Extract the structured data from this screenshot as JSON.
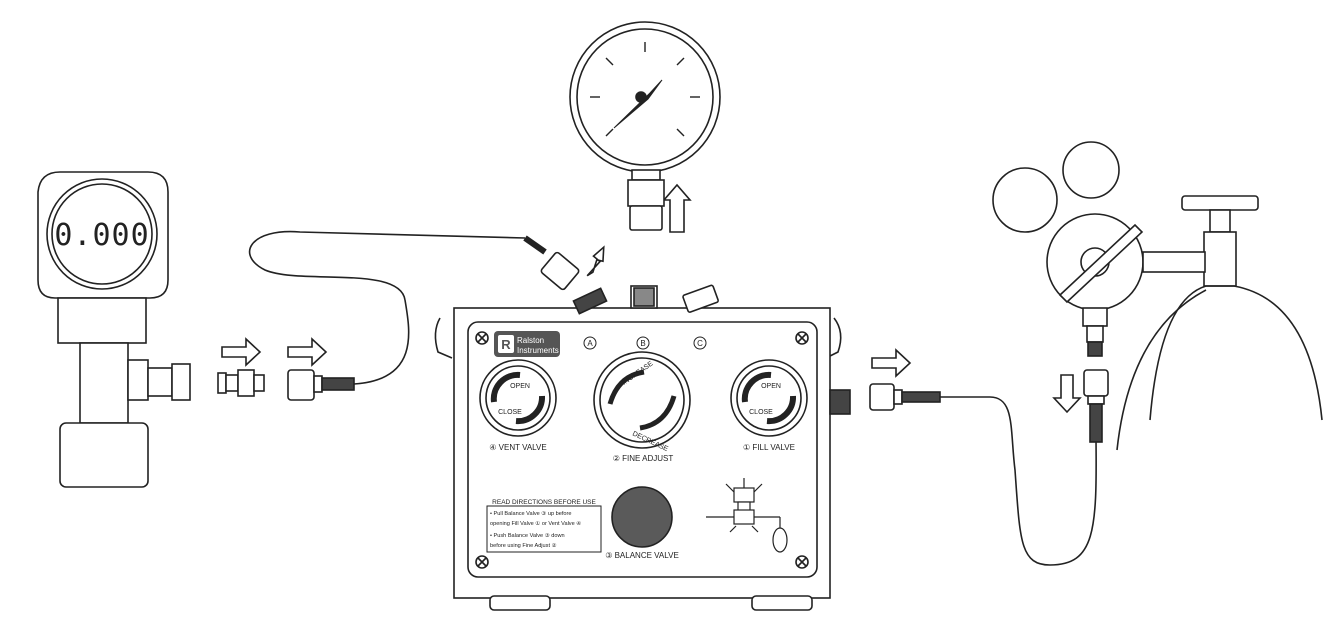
{
  "brand": {
    "line1": "Ralston",
    "line2": "Instruments",
    "logo_letter": "R"
  },
  "display": {
    "reading": "0.000"
  },
  "ports": {
    "a": "A",
    "b": "B",
    "c": "C"
  },
  "vent": {
    "open": "OPEN",
    "close": "CLOSE",
    "label": "④ VENT VALVE"
  },
  "fill": {
    "open": "OPEN",
    "close": "CLOSE",
    "label": "① FILL VALVE"
  },
  "fine": {
    "increase": "INCREASE",
    "decrease": "DECREASE",
    "label": "② FINE ADJUST"
  },
  "balance": {
    "label": "③ BALANCE VALVE"
  },
  "directions": {
    "title": "READ DIRECTIONS BEFORE USE",
    "lines": [
      "• Pull Balance Valve ③ up before",
      "opening Fill Valve ① or Vent Valve ④",
      "• Push Balance Valve ③ down",
      "before using Fine Adjust ②"
    ]
  },
  "colors": {
    "line": "#222222",
    "knob": "#5a5a5a",
    "panel": "#ffffff"
  },
  "icons": [
    "arrow-right-icon",
    "arrow-up-icon",
    "arrow-down-icon",
    "screw-icon"
  ]
}
